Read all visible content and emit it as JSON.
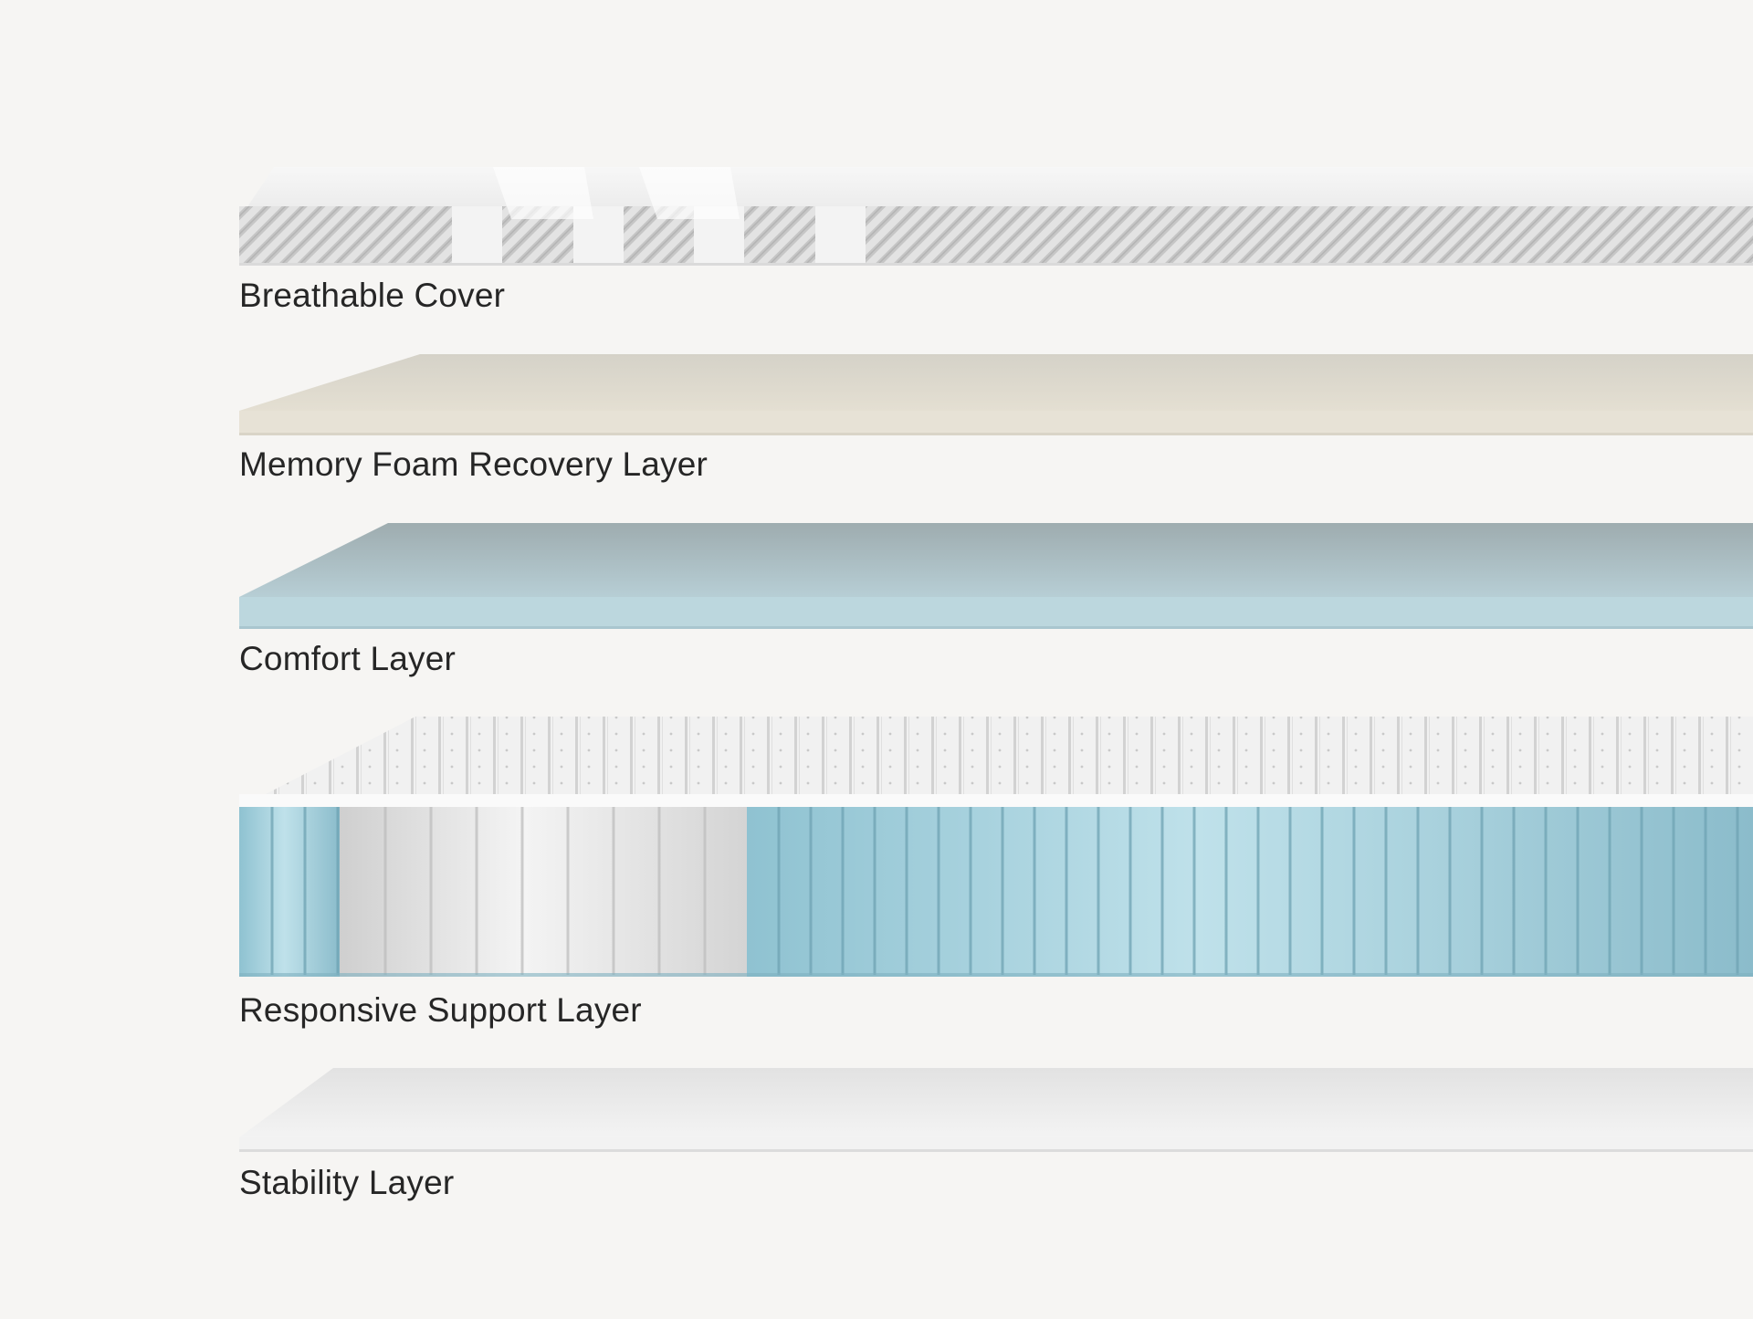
{
  "layers": [
    {
      "id": "cover",
      "label": "Breathable Cover",
      "color": "#e4e4e4"
    },
    {
      "id": "memory_foam",
      "label": "Memory Foam Recovery Layer",
      "color": "#e6e0d3"
    },
    {
      "id": "comfort",
      "label": "Comfort Layer",
      "color": "#b9d4dc"
    },
    {
      "id": "support",
      "label": "Responsive Support Layer",
      "color": "#b4dbe6"
    },
    {
      "id": "stability",
      "label": "Stability Layer",
      "color": "#f1f1f1"
    }
  ],
  "colors": {
    "background": "#f6f5f3",
    "label_text": "#262626"
  }
}
